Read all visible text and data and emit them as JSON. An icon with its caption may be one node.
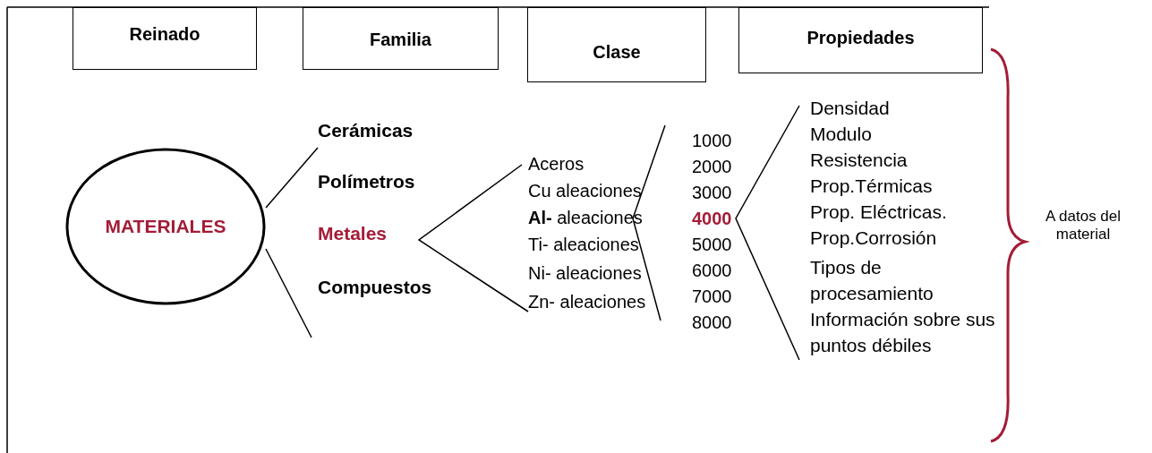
{
  "diagram": {
    "nodes": [
      {
        "text": [
          "Reinado"
        ]
      },
      {
        "text": [
          "Familia"
        ]
      },
      {
        "text": [
          "Clase"
        ]
      },
      {
        "text": [
          "Propiedades"
        ]
      },
      {
        "text": [
          "MATERIALES"
        ]
      }
    ],
    "labels": [
      "Cerámicas",
      "Polímetros",
      "Metales",
      "Compuestos",
      "Aceros",
      "Cu aleaciones",
      "**Al-** aleaciones",
      "Ti- aleaciones",
      "Ni- aleaciones",
      "Zn- aleaciones",
      "1000",
      "2000",
      "3000",
      "4000",
      "5000",
      "6000",
      "7000",
      "8000",
      "Densidad",
      "Modulo",
      "Resistencia",
      "Prop.Térmicas",
      "Prop. Eléctricas.",
      "Prop.Corrosión",
      "Tipos de procesamiento",
      "Información sobre sus puntos débiles",
      "A datos del material"
    ]
  }
}
